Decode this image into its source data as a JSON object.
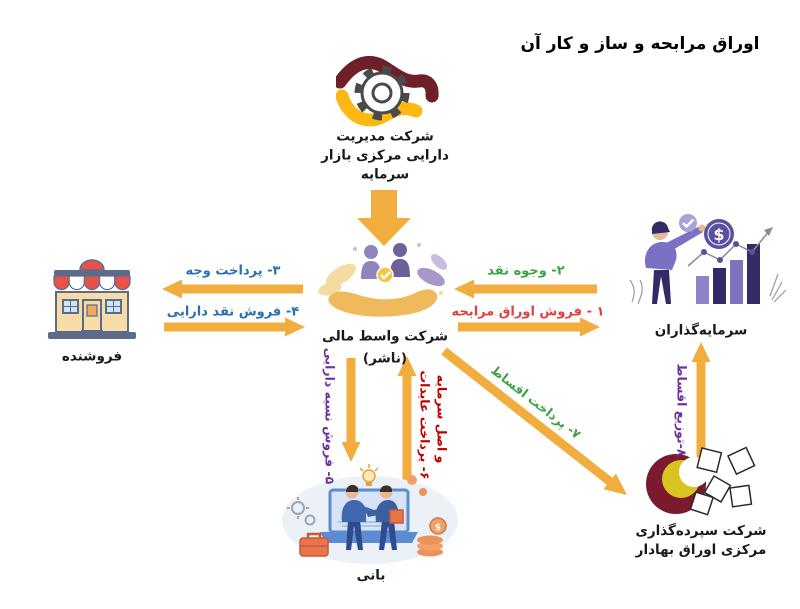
{
  "title": "اوراق مرابحه و ساز و کار آن",
  "nodes": {
    "camc": {
      "lines": [
        "شرکت مدیریت",
        "دارایی مرکزی بازار",
        "سرمایه"
      ]
    },
    "intermediary": {
      "label": "شرکت واسط مالی",
      "sublabel": "(ناشر)"
    },
    "seller": {
      "label": "فروشنده"
    },
    "investors": {
      "label": "سرمایه‌گذاران"
    },
    "originator": {
      "label": "بانی"
    },
    "csd": {
      "lines": [
        "شرکت سپرده‌گذاری",
        "مرکزی اوراق بهادار"
      ]
    }
  },
  "flows": {
    "f1": {
      "label": "۱ - فروش اوراق مرابحه",
      "color": "#E2403F",
      "direction": "right"
    },
    "f2": {
      "label": "۲- وجوه نقد",
      "color": "#3CA348",
      "direction": "left"
    },
    "f3": {
      "label": "۳- پرداخت وجه",
      "color": "#2B6FB6",
      "direction": "left"
    },
    "f4": {
      "label": "۴- فروش نقد دارایی",
      "color": "#2B6FB6",
      "direction": "right"
    },
    "f5": {
      "label": "۵- فروش نسیه دارایی",
      "color": "#7030A0",
      "direction": "down"
    },
    "f6": {
      "line1": "۶- پرداخت عایدات",
      "line2": "و اصل سرمایه",
      "color": "#C00000",
      "direction": "up"
    },
    "f7": {
      "label": "۷- پرداخت اقساط",
      "color": "#3CA348",
      "direction": "down-right"
    },
    "f8": {
      "label": "۸-توزیع اقساط",
      "color": "#7030A0",
      "direction": "up"
    }
  },
  "icons": {
    "camc_logo": "gear-with-waves-logo",
    "seller_icon": "storefront-icon",
    "intermediary_icon": "hand-holding-people-icon",
    "investors_icon": "investor-growth-chart-icon",
    "originator_icon": "handshake-laptop-icon",
    "csd_logo": "crescent-documents-logo",
    "dollar_sign": "$"
  },
  "colors": {
    "arrow": "#F1AD3D",
    "maroon": "#6E1F27",
    "gold": "#FDB813",
    "csd_maroon": "#7B1A2E",
    "csd_olive": "#D8C420",
    "label_blue": "#2B6FB6",
    "label_green": "#3CA348",
    "label_red": "#E2403F",
    "label_purple": "#7030A0",
    "label_dark_red": "#C00000"
  }
}
